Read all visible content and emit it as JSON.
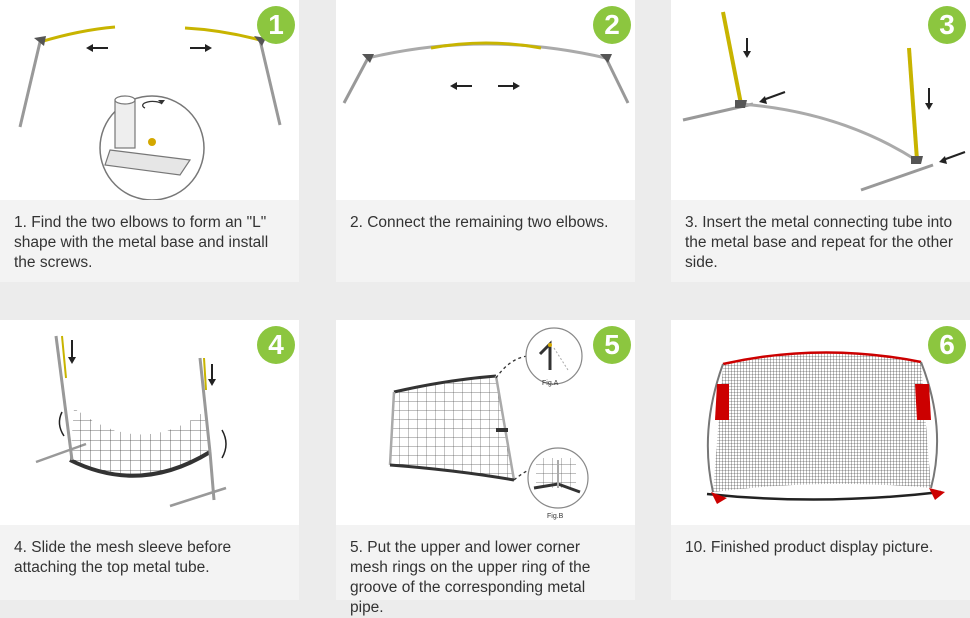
{
  "accent": "#8cc63f",
  "steps": [
    {
      "num": "1",
      "text": "1. Find the two elbows to form an \"L\" shape with the metal base and install the screws."
    },
    {
      "num": "2",
      "text": "2. Connect the remaining two elbows."
    },
    {
      "num": "3",
      "text": "3. Insert the metal connecting tube into the metal base and repeat for the other side."
    },
    {
      "num": "4",
      "text": "4. Slide the mesh sleeve before attaching the top metal tube."
    },
    {
      "num": "5",
      "text": "5. Put the upper and lower corner mesh rings on the upper ring of the groove of the corresponding metal pipe.",
      "fig_a": "Fig.A",
      "fig_b": "Fig.B"
    },
    {
      "num": "6",
      "text": "10. Finished product display picture."
    }
  ]
}
